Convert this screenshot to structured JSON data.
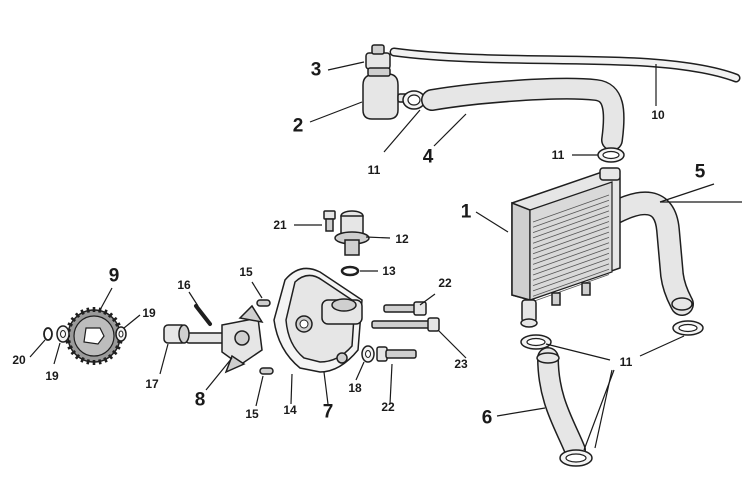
{
  "diagram": {
    "labels": {
      "p1": "1",
      "p2": "2",
      "p3": "3",
      "p4": "4",
      "p5": "5",
      "p6": "6",
      "p7": "7",
      "p8": "8",
      "p9": "9",
      "p10": "10",
      "p11a": "11",
      "p11b": "11",
      "p11c": "11",
      "p12": "12",
      "p13": "13",
      "p14": "14",
      "p15a": "15",
      "p15b": "15",
      "p16": "16",
      "p17": "17",
      "p18": "18",
      "p19a": "19",
      "p19b": "19",
      "p20": "20",
      "p21": "21",
      "p22a": "22",
      "p22b": "22",
      "p23": "23"
    },
    "colors": {
      "line": "#1f1f1f",
      "fill": "#e6e6e6",
      "shade": "#cfcfcf"
    }
  }
}
